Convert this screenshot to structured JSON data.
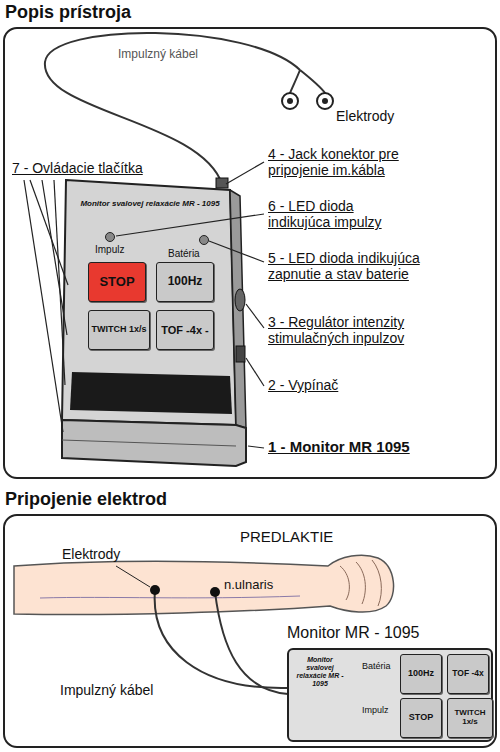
{
  "diagram": {
    "nodes": [
      {
        "text": [
          "Popis prístroja"
        ]
      },
      {
        "text": [
          "Monitor svalovej relaxácie MR - 1095"
        ],
        "in": 0
      },
      {
        "text": [
          "STOP"
        ],
        "in": 1
      },
      {
        "text": [
          "100Hz"
        ],
        "in": 1
      },
      {
        "text": [
          "TWITCH 1x/s"
        ],
        "in": 1
      },
      {
        "text": [
          "TOF -4x -"
        ],
        "in": 1
      },
      {
        "text": [
          "Pripojenie elektrod"
        ]
      },
      {
        "text": [
          "Monitor svalovej relaxácie MR - 1095"
        ],
        "in": 6
      },
      {
        "text": [
          "100Hz"
        ],
        "in": 7
      },
      {
        "text": [
          "TOF -4x"
        ],
        "in": 7
      },
      {
        "text": [
          "STOP"
        ],
        "in": 7
      },
      {
        "text": [
          "TWITCH 1x/s"
        ],
        "in": 7
      }
    ],
    "labels": [
      "Impulzný kábel",
      "Elektrody",
      "7 - Ovládacie tlačítka",
      "4 - Jack konektor pre pripojenie im.kábla",
      "6 - LED dioda indikujúca impulzy",
      "5 - LED dioda indikujúca zapnutie a stav baterie",
      "3 - Regulátor intenzity stimulačných inpulzov",
      "2 - Vypínač",
      "1 - Monitor MR 1095",
      "Impulz",
      "Batéria",
      "PREDLAKTIE",
      "Elektrody",
      "n.ulnaris",
      "Impulzný kábel",
      "Monitor MR - 1095",
      "Batéria",
      "Impulz"
    ]
  }
}
